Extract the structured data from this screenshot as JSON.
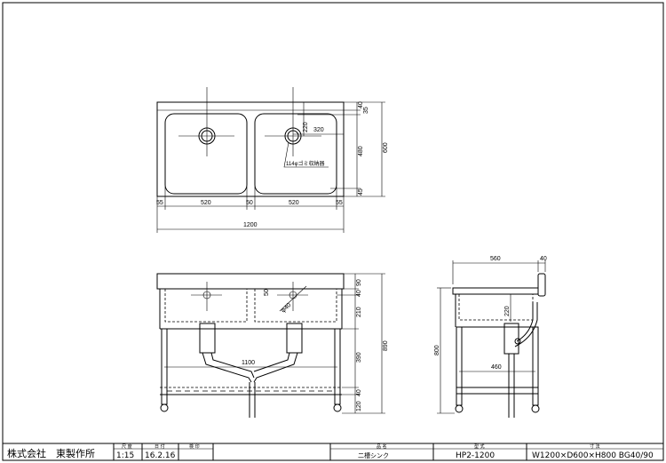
{
  "plan_view": {
    "dims": {
      "end_left": "55",
      "bowl_left": "520",
      "divider": "50",
      "bowl_right": "520",
      "end_right": "55",
      "overall_width": "1200",
      "back": "40",
      "drain_offset_y": "35",
      "bowl_depth": "480",
      "front": "45",
      "overall_depth": "600",
      "drain_from_back": "220",
      "drain_from_edge": "320"
    },
    "note": "114φゴミ収納器"
  },
  "front_view": {
    "dims": {
      "top": "90",
      "rim": "40",
      "bowl_height": "210",
      "under_bowl": "390",
      "shelf": "40",
      "foot": "120",
      "overall_height": "890",
      "drain_spacing": "1100",
      "drain_dia": "φ40",
      "overflow": "50"
    }
  },
  "side_view": {
    "dims": {
      "depth": "560",
      "backsplash": "40",
      "bowl_depth": "220",
      "leg_span": "460",
      "height": "800"
    }
  },
  "title_block": {
    "company": "株式会社　東製作所",
    "headers": {
      "scale": "尺 度",
      "date": "日 付",
      "check": "検 印",
      "name": "品 名",
      "model": "型 式",
      "size": "寸 法"
    },
    "scale": "1:15",
    "date": "16.2.16",
    "check": "",
    "name": "二槽シンク",
    "model": "HP2-1200",
    "size": "W1200×D600×H800 BG40/90"
  }
}
